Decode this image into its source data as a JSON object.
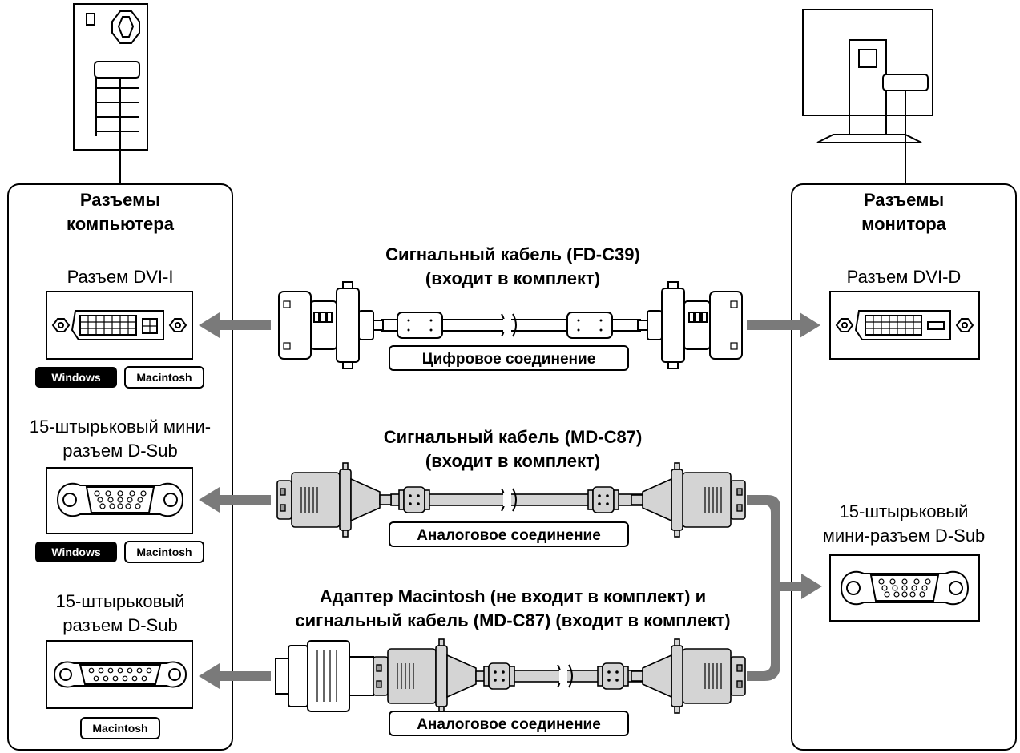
{
  "left_panel": {
    "title_line1": "Разъемы",
    "title_line2": "компьютера",
    "dvi_label": "Разъем DVI-I",
    "dsub_mini_label_line1": "15-штырьковый мини-",
    "dsub_mini_label_line2": "разъем D-Sub",
    "dsub_label_line1": "15-штырьковый",
    "dsub_label_line2": "разъем D-Sub"
  },
  "right_panel": {
    "title_line1": "Разъемы",
    "title_line2": "монитора",
    "dvi_label": "Разъем DVI-D",
    "dsub_label_line1": "15-штырьковый",
    "dsub_label_line2": "мини-разъем D-Sub"
  },
  "badges": {
    "windows": "Windows",
    "macintosh": "Macintosh"
  },
  "cables": [
    {
      "title_line1": "Сигнальный кабель (FD-C39)",
      "title_line2": "(входит в комплект)",
      "connection": "Цифровое соединение"
    },
    {
      "title_line1": "Сигнальный кабель (MD-C87)",
      "title_line2": "(входит в комплект)",
      "connection": "Аналоговое соединение"
    },
    {
      "title_line1": "Адаптер Macintosh (не входит в комплект) и",
      "title_line2": "сигнальный кабель (MD-C87) (входит в комплект)",
      "connection": "Аналоговое соединение"
    }
  ],
  "colors": {
    "arrow": "#7a7a7a",
    "badge_dark": "#000000",
    "cable_fill": "#d4d4d4",
    "connector_dark": "#9a9a9a"
  }
}
